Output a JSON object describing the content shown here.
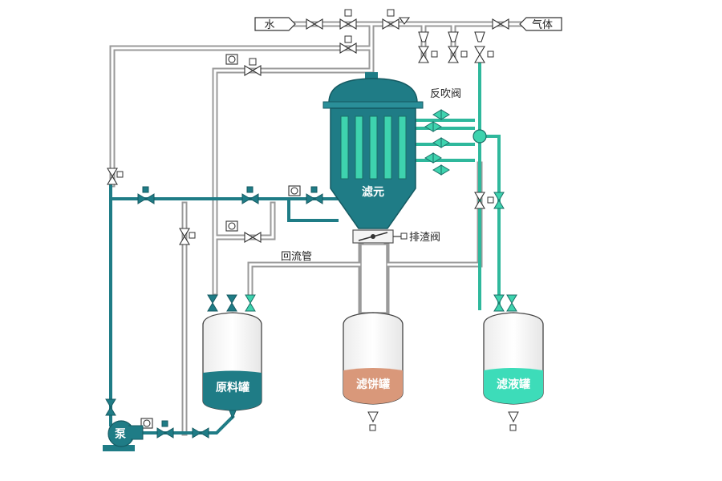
{
  "labels": {
    "water": "水",
    "gas": "气体",
    "backflush_valve": "反吹阀",
    "filter_element": "滤元",
    "discharge_valve": "排渣阀",
    "return_pipe": "回流管",
    "raw_tank": "原料罐",
    "cake_tank": "滤饼罐",
    "filtrate_tank": "滤液罐",
    "pump": "泵"
  },
  "colors": {
    "teal_dark": "#1f7c86",
    "teal_green": "#2fb89c",
    "cake": "#d9987a",
    "filtrate": "#3ddcb9",
    "pipe_grey": "#b9b9b9"
  }
}
